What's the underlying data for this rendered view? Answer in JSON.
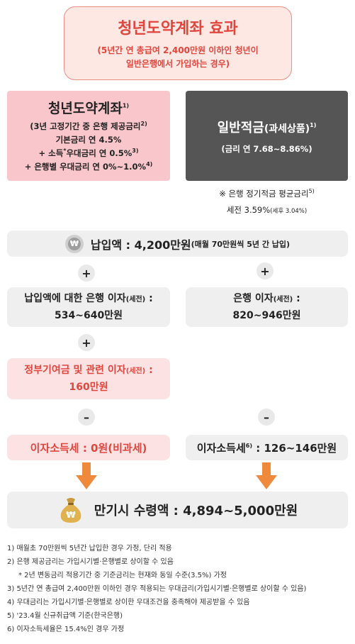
{
  "title": {
    "main": "청년도약계좌 효과",
    "sub_line1": "(5년간 연 총급여 2,400만원 이하인 청년이",
    "sub_line2": "일반은행에서 가입하는 경우)"
  },
  "youth_account": {
    "title": "청년도약계좌",
    "title_note": "1)",
    "line1": "(3년 고정기간 중 은행 제공금리",
    "line1_note": "2)",
    "line2": "기본금리 연 4.5%",
    "line3_a": "+ 소득",
    "line3_star": "*",
    "line3_b": "우대금리 연 0.5%",
    "line3_note": "3)",
    "line4": "+ 은행별 우대금리 연 0%~1.0%",
    "line4_note": "4)"
  },
  "general_savings": {
    "title_a": "일반적금",
    "title_b": "(과세상품)",
    "title_note": "1)",
    "sub": "(금리 연 7.68~8.86%)"
  },
  "bank_note": {
    "line1": "※ 은행 정기적금 평균금리",
    "line1_note": "5)",
    "line2": "세전 3.59%",
    "line2_small": "(세후 3.04%)"
  },
  "payment": {
    "icon_glyph": "₩",
    "text": "납입액 : 4,200만원",
    "text_small": "(매월 70만원씩 5년 간 납입)"
  },
  "symbols": {
    "plus": "+",
    "minus": "–"
  },
  "youth_interest": {
    "line1_a": "납입액에 대한 은행 이자",
    "line1_small": "(세전)",
    "line1_b": " :",
    "line2": "534~640만원"
  },
  "general_interest": {
    "line1_a": "은행 이자",
    "line1_small": "(세전)",
    "line1_b": " :",
    "line2": "820~946만원"
  },
  "government": {
    "line1_a": "정부기여금 및 관련 이자",
    "line1_small": "(세전)",
    "line1_b": " :",
    "line2": "160만원"
  },
  "youth_tax": {
    "text": "이자소득세 : 0원(비과세)"
  },
  "general_tax": {
    "text_a": "이자소득세",
    "note": "6)",
    "text_b": " : 126~146만원"
  },
  "final": {
    "text": "만기시 수령액 : 4,894~5,000만원",
    "bag_glyph": "₩"
  },
  "footnotes": [
    "1) 매월초 70만원씩 5년간 납입한 경우 가정, 단리 적용",
    "2) 은행 제공금리는 가입시기별·은행별로 상이할 수 있음",
    "* 2년 변동금리 적용기간 중 기준금리는 현재와 동일 수준(3.5%) 가정",
    "3) 5년간 연 총급여 2,400만원 이하인 경우 적용되는 우대금리(가입시기별·은행별로 상이할 수 있음)",
    "4) 우대금리는 가입시기별·은행별로 상이한 우대조건을 충족해야 제공받을 수 있음",
    "5) '23.4월 신규취급액 기준(한국은행)",
    "6) 이자소득세율은 15.4%인 경우 가정"
  ],
  "colors": {
    "accent_red": "#e0463c",
    "pink_bg": "#f9c7cb",
    "light_pink_bg": "#fde2e3",
    "dark_box": "#555555",
    "arrow_orange": "#ef8a3c"
  }
}
